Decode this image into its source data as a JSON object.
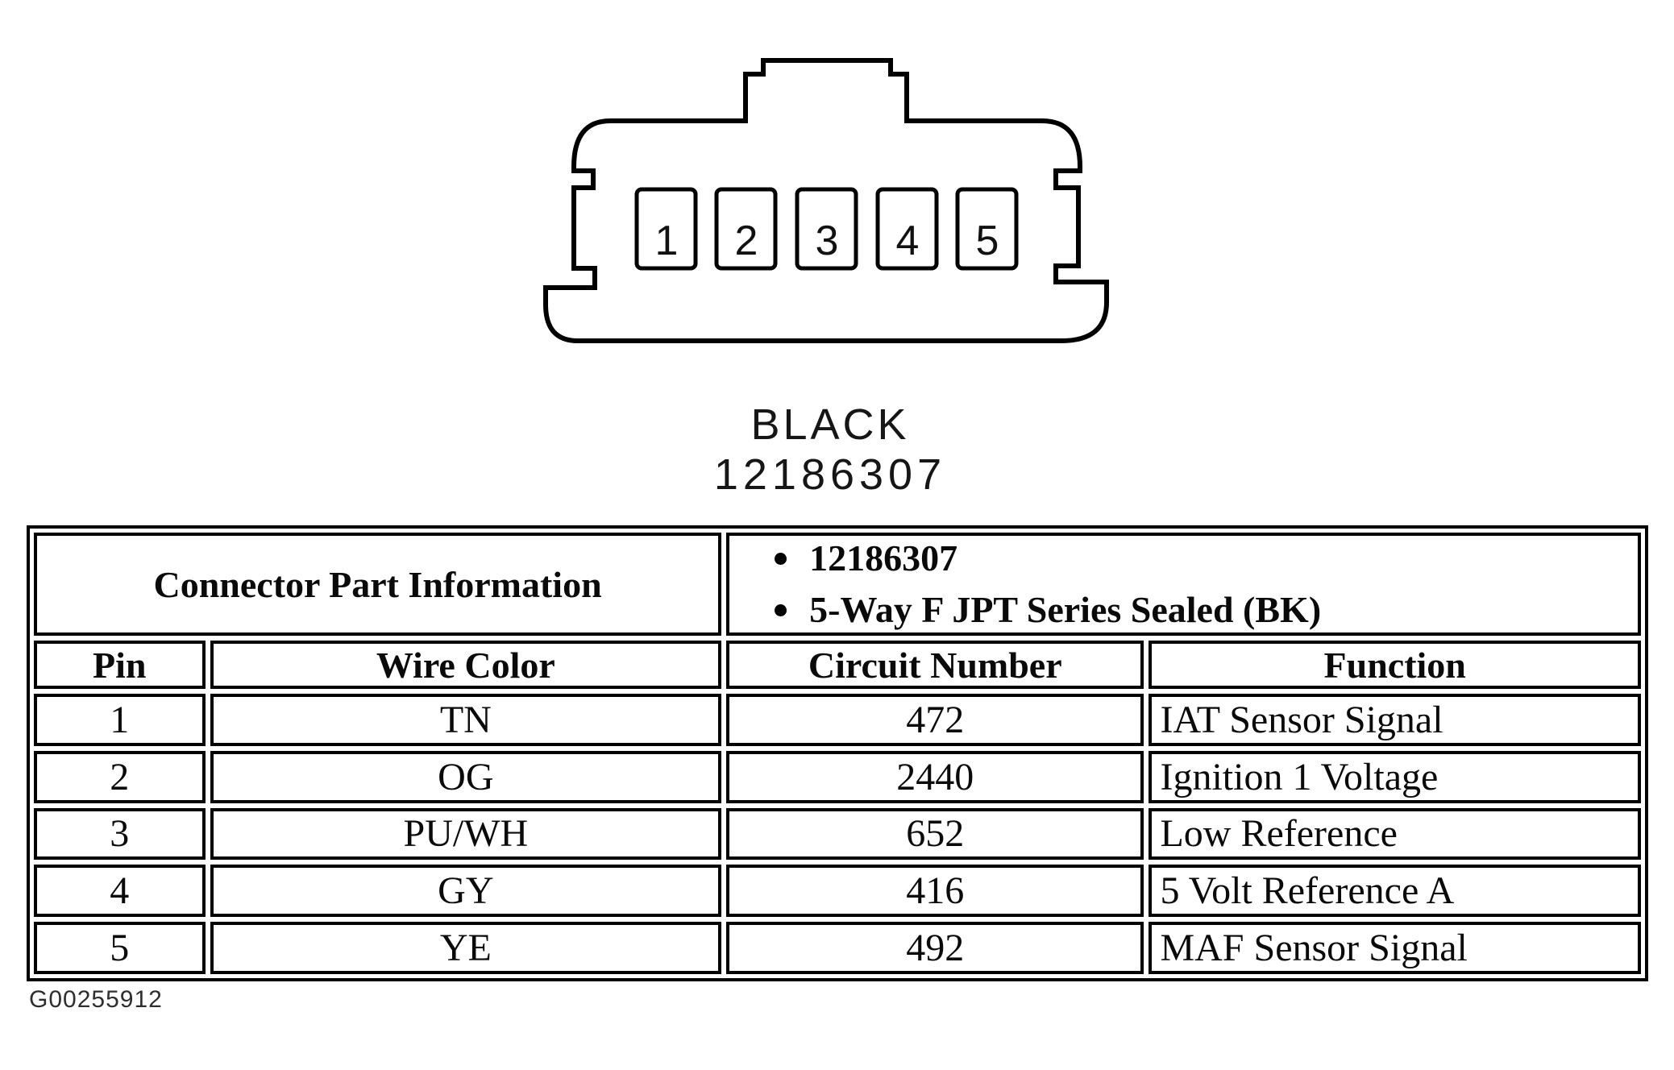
{
  "connector": {
    "color_label": "BLACK",
    "part_number": "12186307",
    "pin_numbers": [
      "1",
      "2",
      "3",
      "4",
      "5"
    ]
  },
  "table": {
    "part_info_header": "Connector Part Information",
    "part_info_items": [
      "12186307",
      "5-Way F JPT Series Sealed (BK)"
    ],
    "columns": [
      "Pin",
      "Wire Color",
      "Circuit Number",
      "Function"
    ],
    "rows": [
      {
        "pin": "1",
        "wire_color": "TN",
        "circuit_number": "472",
        "function": "IAT Sensor Signal"
      },
      {
        "pin": "2",
        "wire_color": "OG",
        "circuit_number": "2440",
        "function": "Ignition 1 Voltage"
      },
      {
        "pin": "3",
        "wire_color": "PU/WH",
        "circuit_number": "652",
        "function": "Low Reference"
      },
      {
        "pin": "4",
        "wire_color": "GY",
        "circuit_number": "416",
        "function": "5 Volt Reference A"
      },
      {
        "pin": "5",
        "wire_color": "YE",
        "circuit_number": "492",
        "function": "MAF Sensor Signal"
      }
    ]
  },
  "footer": {
    "figure_id": "G00255912"
  },
  "colors": {
    "ink": "#000000",
    "paper": "#ffffff"
  }
}
